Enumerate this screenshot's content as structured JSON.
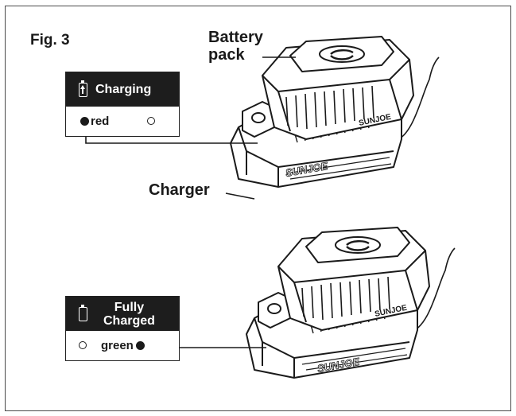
{
  "figure": {
    "label": "Fig. 3"
  },
  "callouts": {
    "battery_line1": "Battery",
    "battery_line2": "pack",
    "charger": "Charger"
  },
  "legend_charging": {
    "title": "Charging",
    "indicator_text": "red",
    "icon": "battery-charging-icon"
  },
  "legend_full": {
    "title_line1": "Fully",
    "title_line2": "Charged",
    "indicator_text": "green",
    "icon": "battery-full-icon"
  },
  "product_markings": {
    "battery_brand": "SUNJOE",
    "charger_brand": "SUNJOE"
  },
  "colors": {
    "ink": "#1a1a1a",
    "header_fill": "#1d1d1d",
    "background": "#ffffff"
  }
}
